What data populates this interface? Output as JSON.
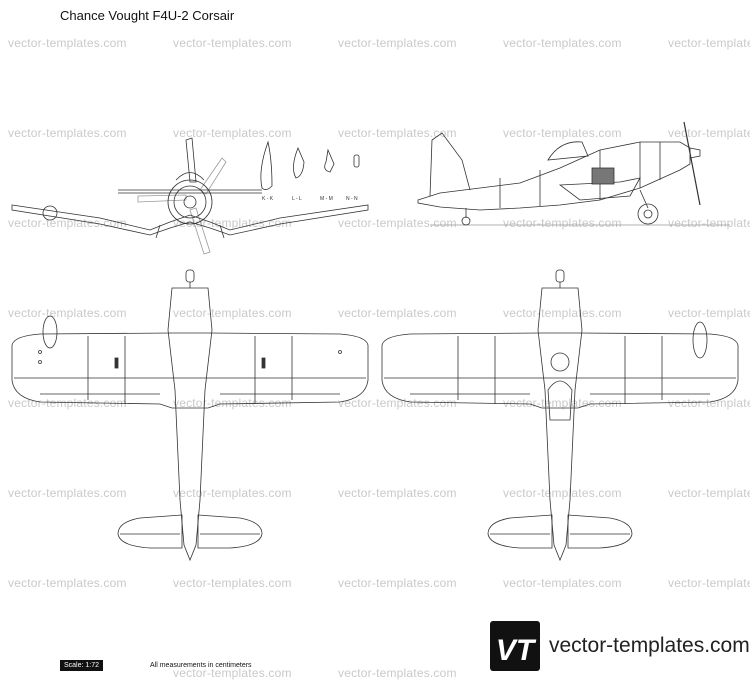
{
  "title": "Chance Vought F4U-2 Corsair",
  "watermark": "vector-templates.com",
  "section_labels": [
    "K - K",
    "L - L",
    "M - M",
    "N - N"
  ],
  "scale": "Scale: 1:72",
  "measurement_note": "All measurements in centimeters",
  "logo": {
    "mark": "VT",
    "text": "vector-templates.com"
  },
  "colors": {
    "line": "#333333",
    "watermark": "#c9c9c9",
    "logo_bg": "#111111"
  }
}
